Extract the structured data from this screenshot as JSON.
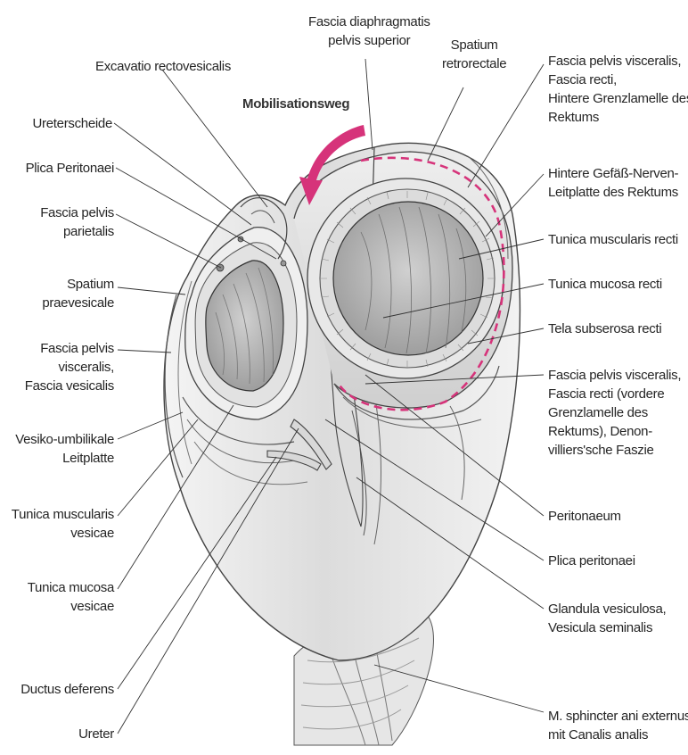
{
  "colors": {
    "accent": "#d6337a",
    "line": "#333333",
    "tissue": "#e4e4e4"
  },
  "labels": {
    "mobilisationsweg": "Mobilisationsweg",
    "fascia_diaphragmatis": [
      "Fascia diaphragmatis",
      "pelvis superior"
    ],
    "spatium_retrorectale": [
      "Spatium",
      "retrorectale"
    ],
    "excavatio": [
      "Excavatio rectovesicalis"
    ],
    "ureterscheide": [
      "Ureterscheide"
    ],
    "plica_peritonaei_left": [
      "Plica Peritonaei"
    ],
    "fascia_pelvis_parietalis": [
      "Fascia pelvis",
      "parietalis"
    ],
    "spatium_praevesicale": [
      "Spatium",
      "praevesicale"
    ],
    "fascia_vesicalis": [
      "Fascia pelvis",
      "visceralis,",
      "Fascia vesicalis"
    ],
    "vesiko_umbilikale": [
      "Vesiko-umbilikale",
      "Leitplatte"
    ],
    "tunica_muscularis_vesicae": [
      "Tunica muscularis",
      "vesicae"
    ],
    "tunica_mucosa_vesicae": [
      "Tunica mucosa",
      "vesicae"
    ],
    "ductus_deferens": [
      "Ductus deferens"
    ],
    "ureter": [
      "Ureter"
    ],
    "fascia_recti_hintere": [
      "Fascia pelvis visceralis,",
      "Fascia recti,",
      "Hintere Grenzlamelle des",
      "Rektums"
    ],
    "gefaess_nerven": [
      "Hintere Gefäß-Nerven-",
      "Leitplatte des Rektums"
    ],
    "tunica_muscularis_recti": [
      "Tunica muscularis recti"
    ],
    "tunica_mucosa_recti": [
      "Tunica mucosa recti"
    ],
    "tela_subserosa_recti": [
      "Tela subserosa recti"
    ],
    "fascia_recti_vordere": [
      "Fascia pelvis visceralis,",
      "Fascia recti (vordere",
      "Grenzlamelle des",
      "Rektums), Denon-",
      "villiers'sche Faszie"
    ],
    "peritonaeum": [
      "Peritonaeum"
    ],
    "plica_peritonaei_right": [
      "Plica peritonaei"
    ],
    "glandula_vesiculosa": [
      "Glandula vesiculosa,",
      "Vesicula seminalis"
    ],
    "sphincter": [
      "M. sphincter ani externus",
      "mit Canalis analis"
    ]
  }
}
